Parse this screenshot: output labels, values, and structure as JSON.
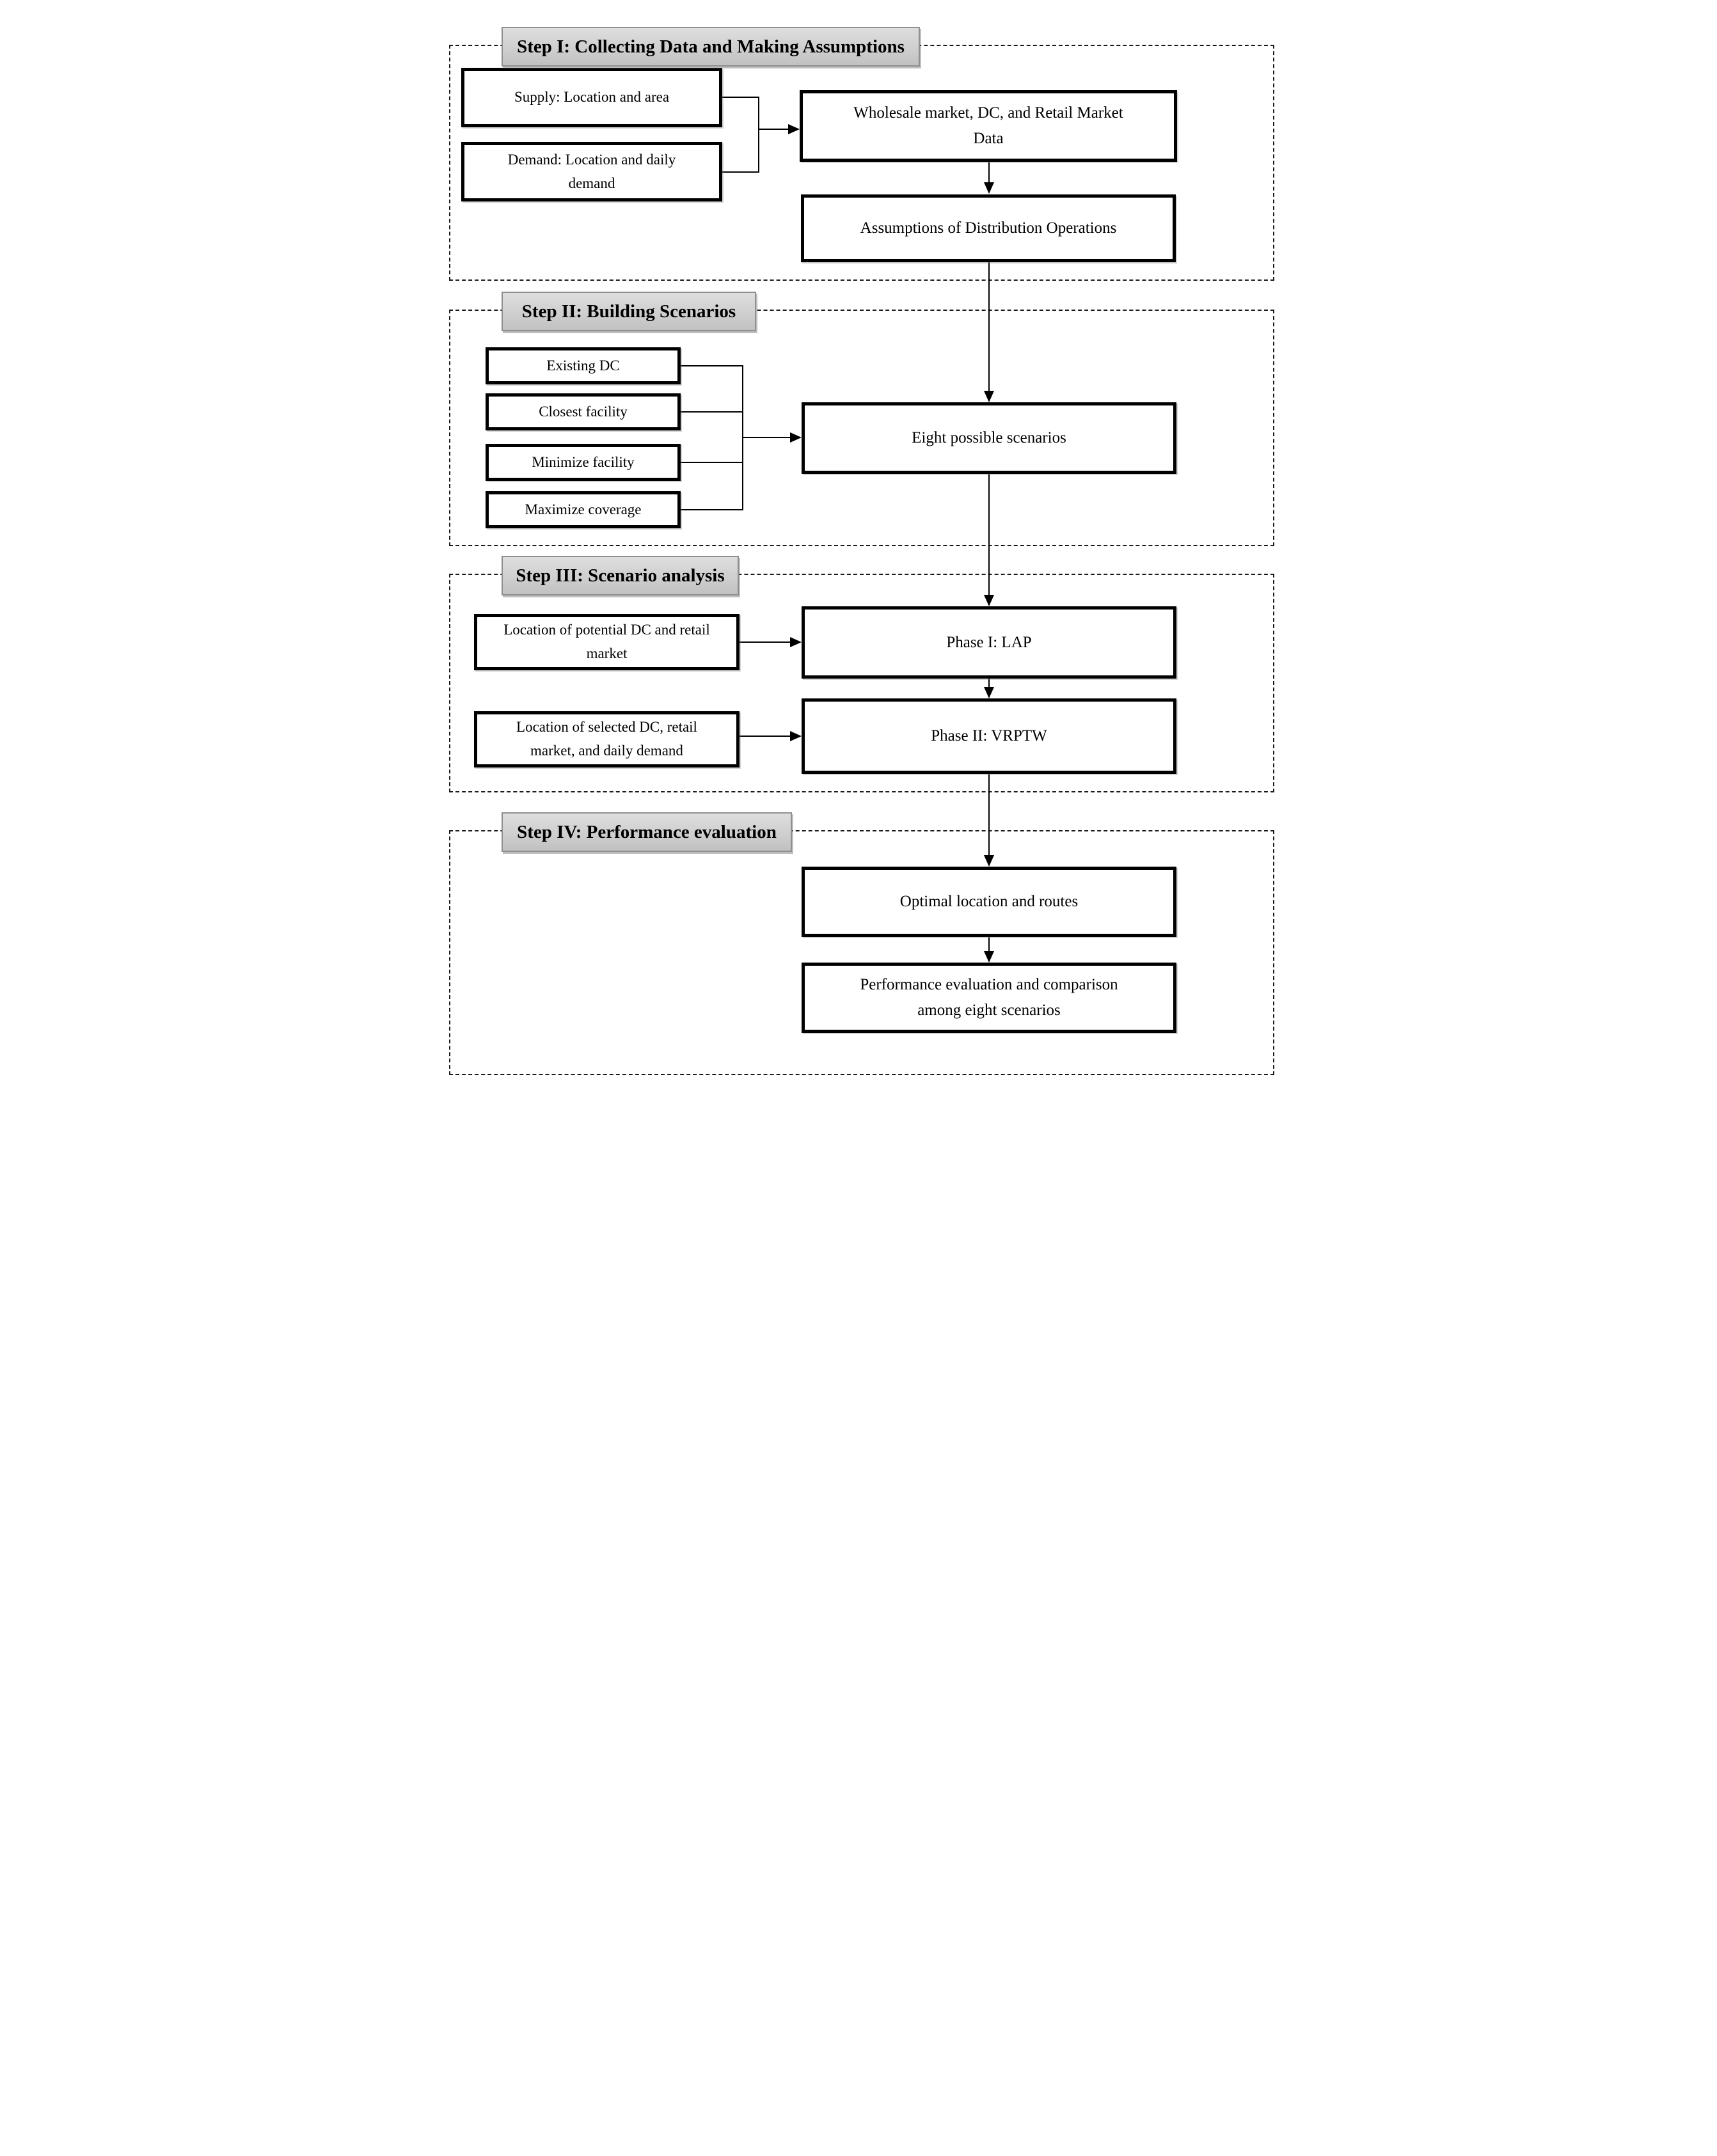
{
  "steps": {
    "s1": "Step I: Collecting Data and Making Assumptions",
    "s2": "Step II: Building Scenarios",
    "s3": "Step III: Scenario analysis",
    "s4": "Step IV: Performance evaluation"
  },
  "boxes": {
    "supply": "Supply: Location and area",
    "demand": "Demand: Location and daily\ndemand",
    "wholesale": "Wholesale market, DC, and Retail Market\nData",
    "assumptions": "Assumptions of Distribution Operations",
    "existing_dc": "Existing DC",
    "closest_facility": "Closest facility",
    "minimize_facility": "Minimize facility",
    "maximize_coverage": "Maximize coverage",
    "eight_scenarios": "Eight possible scenarios",
    "potential_dc": "Location of potential DC and retail\nmarket",
    "selected_dc": "Location of selected DC, retail\nmarket, and daily demand",
    "phase1": "Phase I: LAP",
    "phase2": "Phase II: VRPTW",
    "optimal": "Optimal location and routes",
    "performance": "Performance evaluation and comparison\namong eight scenarios"
  },
  "colors": {
    "header_fill_top": "#dedede",
    "header_fill_bottom": "#c1c1c1",
    "header_border": "#8f8f8f",
    "box_border": "#000000",
    "connector": "#000000",
    "dashed_border": "#1a1a1a",
    "background": "#ffffff"
  }
}
